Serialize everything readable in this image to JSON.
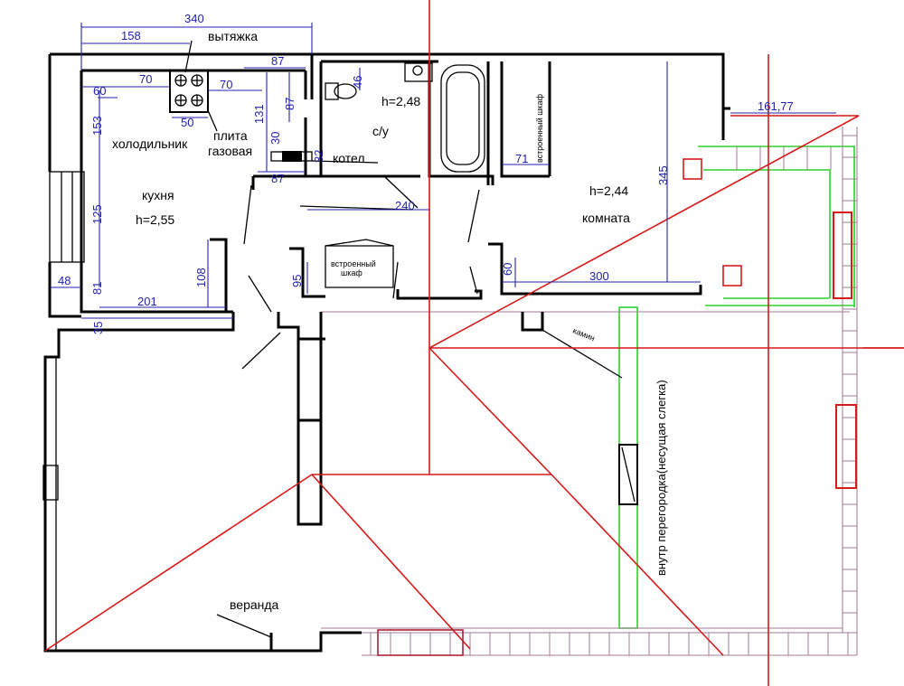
{
  "rooms": {
    "kitchen_name": "кухня",
    "kitchen_height": "h=2,55",
    "bath_height": "h=2,48",
    "bath_name": "с/у",
    "room_height": "h=2,44",
    "room_name": "комната",
    "veranda": "веранда"
  },
  "fixtures": {
    "hood": "вытяжка",
    "stove_line1": "плита",
    "stove_line2": "газовая",
    "fridge": "холодильник",
    "boiler": "котел",
    "wardrobe1": "встроенный шкаф",
    "wardrobe2_line1": "встроенный",
    "wardrobe2_line2": "шкаф",
    "fireplace": "камин",
    "partition": "внутр перегородка(несущая слегка)"
  },
  "dimensions": {
    "d340": "340",
    "d158": "158",
    "d87_top": "87",
    "d70a": "70",
    "d70b": "70",
    "d60a": "60",
    "d46": "46",
    "d87_vert": "87",
    "d131": "131",
    "d30": "30",
    "d153": "153",
    "d50": "50",
    "d32": "32",
    "d87_bottom": "87",
    "d71": "71",
    "d161": "161,77",
    "d345": "345",
    "d240": "240",
    "d125": "125",
    "d48": "48",
    "d81": "81",
    "d201": "201",
    "d108": "108",
    "d95": "95",
    "d60b": "60",
    "d300": "300",
    "d35": "35"
  }
}
